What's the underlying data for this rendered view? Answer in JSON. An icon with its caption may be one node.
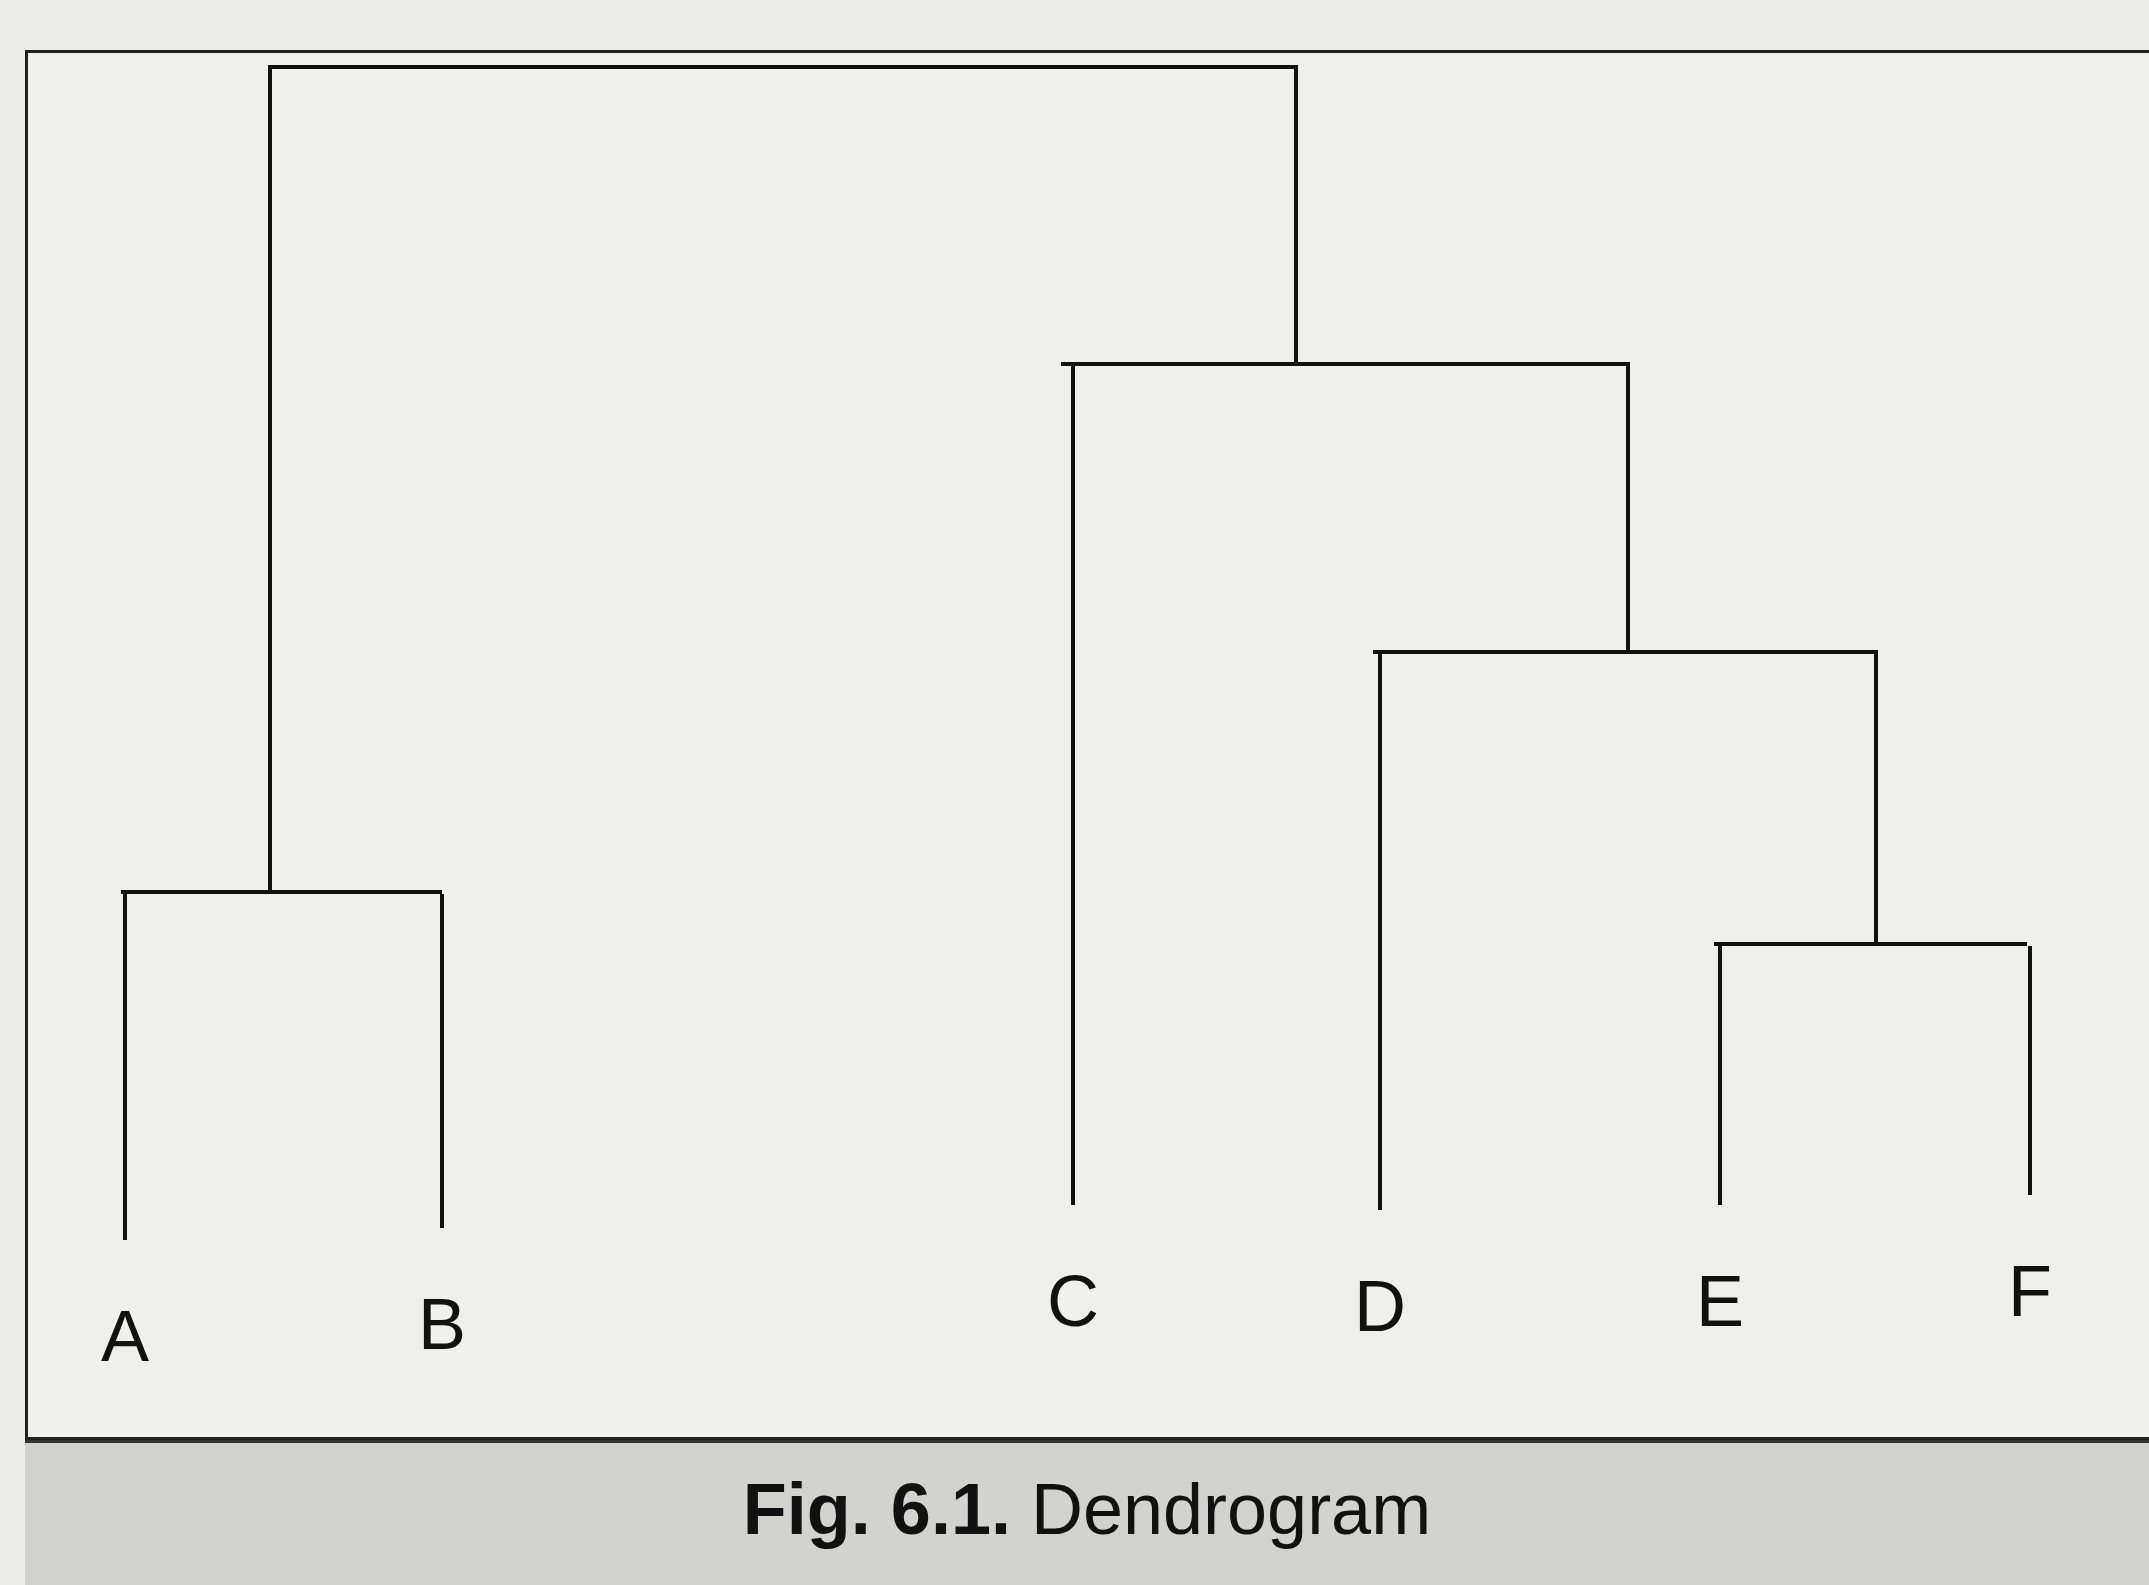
{
  "diagram": {
    "caption": "**Fig. 6.1.** Dendrogram",
    "nodes": [
      {
        "text": [
          "A"
        ]
      },
      {
        "text": [
          "B"
        ]
      },
      {
        "text": [
          "C"
        ]
      },
      {
        "text": [
          "D"
        ]
      },
      {
        "text": [
          "E"
        ]
      },
      {
        "text": [
          "F"
        ]
      },
      {
        "text": [],
        "shape": "bar"
      },
      {
        "text": [],
        "shape": "bar"
      },
      {
        "text": [],
        "shape": "bar"
      },
      {
        "text": [],
        "shape": "bar"
      },
      {
        "text": [],
        "shape": "bar"
      }
    ],
    "edges": [
      {
        "from": 6,
        "to": 10,
        "arrow": "none"
      },
      {
        "from": 6,
        "to": 7,
        "arrow": "none"
      },
      {
        "from": 7,
        "to": 2,
        "arrow": "none"
      },
      {
        "from": 7,
        "to": 8,
        "arrow": "none"
      },
      {
        "from": 8,
        "to": 3,
        "arrow": "none"
      },
      {
        "from": 8,
        "to": 9,
        "arrow": "none"
      },
      {
        "from": 9,
        "to": 4,
        "arrow": "none"
      },
      {
        "from": 9,
        "to": 5,
        "arrow": "none"
      },
      {
        "from": 10,
        "to": 0,
        "arrow": "none"
      },
      {
        "from": 10,
        "to": 1,
        "arrow": "none"
      }
    ]
  }
}
